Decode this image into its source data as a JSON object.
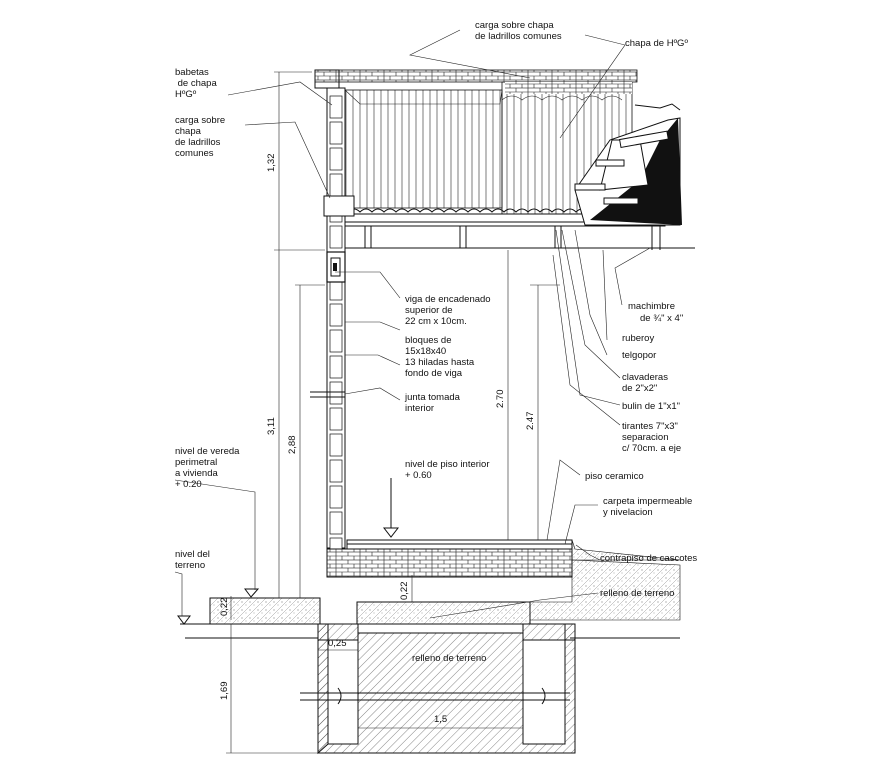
{
  "annotations": {
    "carga_top": [
      "carga sobre chapa",
      "de ladrillos comunes"
    ],
    "chapa_top": "chapa de HºGº",
    "babetas": [
      "babetas",
      " de chapa",
      "HºGº"
    ],
    "carga_left": [
      "carga sobre",
      "chapa",
      "de ladrillos",
      "comunes"
    ],
    "viga": [
      "viga de encadenado",
      "superior de",
      "22 cm x 10cm."
    ],
    "bloques": [
      "bloques  de",
      "15x18x40",
      "13 hiladas hasta",
      "fondo de viga"
    ],
    "junta": [
      "junta tomada",
      "interior"
    ],
    "nivel_piso": [
      "nivel de piso interior",
      "+ 0.60"
    ],
    "nivel_vereda": [
      "nivel de vereda",
      "perimetral",
      "a vivienda",
      "+ 0.20"
    ],
    "nivel_terreno": [
      "nivel del",
      "terreno"
    ],
    "machimbre": [
      "machimbre",
      "de ¾\" x 4\""
    ],
    "ruberoy": "ruberoy",
    "telgopor": "telgopor",
    "clavaderas": [
      "clavaderas",
      "de 2\"x2\""
    ],
    "bulin": "bulin de 1\"x1\"",
    "tirantes": [
      "tirantes 7\"x3\"",
      "separacion",
      "c/ 70cm.  a eje"
    ],
    "piso_ceramico": "piso ceramico",
    "carpeta": [
      "carpeta impermeable",
      "y nivelacion"
    ],
    "contrapiso": "contrapiso de cascotes",
    "relleno_right": "relleno de terreno",
    "relleno_center": "relleno de terreno"
  },
  "dimensions": {
    "d132": "1,32",
    "d311": "3,11",
    "d288": "2,88",
    "d270": "2.70",
    "d247": "2.47",
    "d022a": "0,22",
    "d022b": "0,22",
    "d025": "0,25",
    "d169": "1,69",
    "d15": "1,5"
  }
}
